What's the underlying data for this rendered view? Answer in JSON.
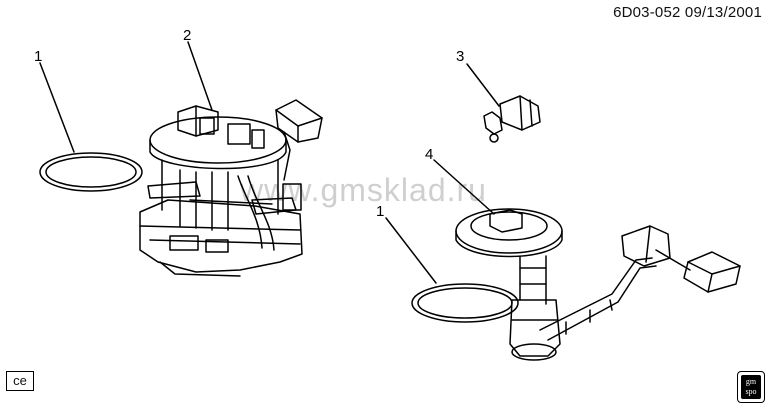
{
  "header": {
    "code": "6D03-052  09/13/2001"
  },
  "watermark": "www.gmsklad.ru",
  "corner_label": "ce",
  "badge": {
    "line1": "gm",
    "line2": "spo"
  },
  "callouts": [
    {
      "id": "left-1",
      "label": "1"
    },
    {
      "id": "left-2",
      "label": "2"
    },
    {
      "id": "right-3",
      "label": "3"
    },
    {
      "id": "right-4",
      "label": "4"
    },
    {
      "id": "right-1",
      "label": "1"
    }
  ]
}
